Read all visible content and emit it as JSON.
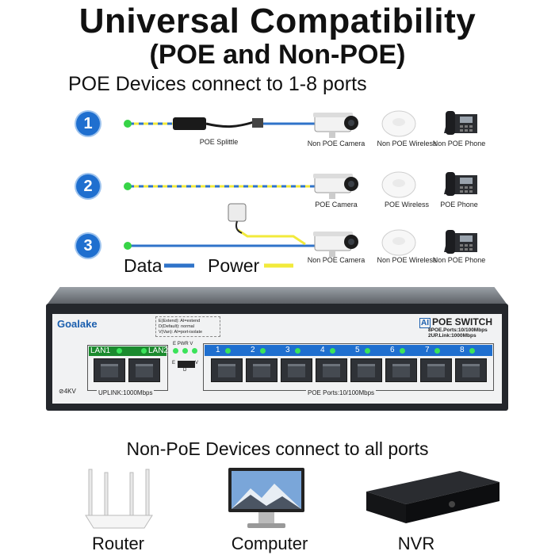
{
  "header": {
    "title": "Universal Compatibility",
    "subtitle": "(POE and Non-POE)",
    "caption": "POE Devices connect to 1-8 ports"
  },
  "scenarios": [
    {
      "number": "1",
      "splitter_label": "POE Splittle",
      "devices": [
        "Non POE Camera",
        "Non POE Wireless",
        "Non POE Phone"
      ]
    },
    {
      "number": "2",
      "devices": [
        "POE Camera",
        "POE Wireless",
        "POE Phone"
      ]
    },
    {
      "number": "3",
      "devices": [
        "Non POE Camera",
        "Non POE Wireless",
        "Non POE Phone"
      ]
    }
  ],
  "legend": {
    "data_label": "Data",
    "power_label": "Power"
  },
  "switch": {
    "brand": "Goalake",
    "mode_lines": [
      "E(Extend): AI=extend",
      "D(Default): normal",
      "V(Van): AI=port-isolate"
    ],
    "ai_badge": "AI",
    "product_title": "POE SWITCH",
    "spec_line1": "8POE.Ports:10/100Mbps",
    "spec_line2": "2UP.Link:1000Mbps",
    "led_labels": [
      "E",
      "PWR",
      "V"
    ],
    "dip_labels": [
      "E",
      "D",
      "V"
    ],
    "uplink_ports": [
      "LAN1",
      "LAN2"
    ],
    "poe_ports": [
      "1",
      "2",
      "3",
      "4",
      "5",
      "6",
      "7",
      "8"
    ],
    "surge_label": "⊘4KV",
    "uplink_caption": "UPLINK:1000Mbps",
    "poe_caption": "POE Ports:10/100Mbps"
  },
  "bottom": {
    "title": "Non-PoE Devices connect to all ports",
    "devices": [
      "Router",
      "Computer",
      "NVR"
    ]
  },
  "colors": {
    "data_line": "#2f73c9",
    "power_line": "#f2ea3b",
    "node": "#37d447",
    "badge": "#1f6fcf"
  }
}
